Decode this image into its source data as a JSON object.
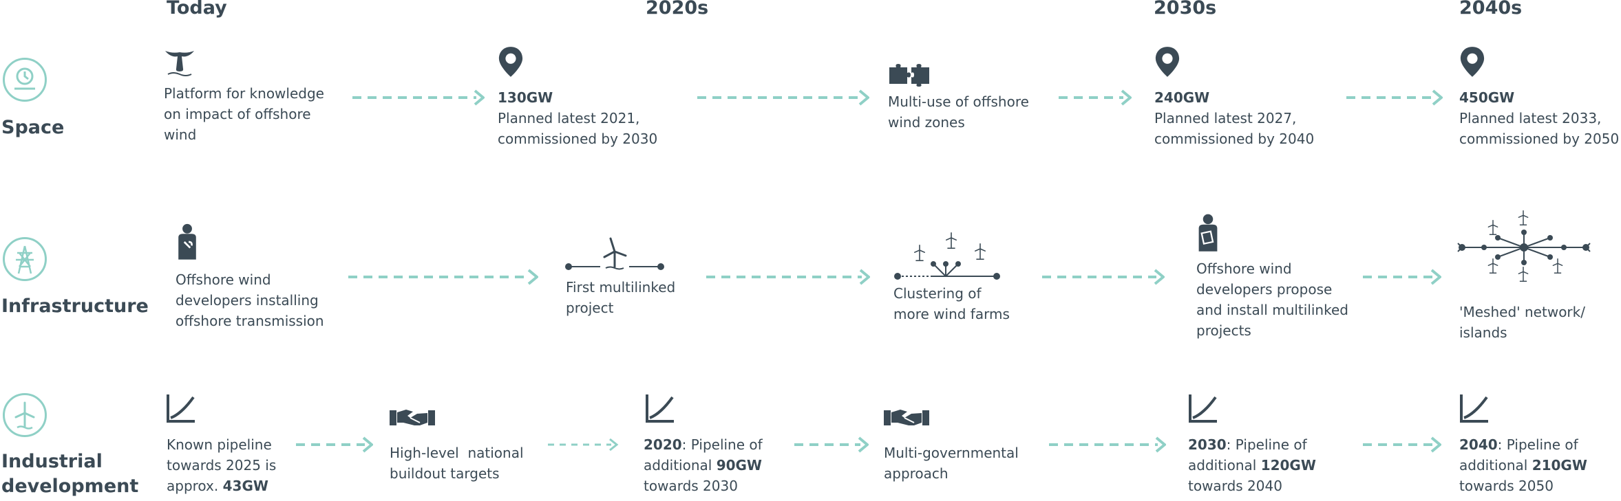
{
  "colors": {
    "ink": "#3b4a55",
    "teal": "#8fd0c6"
  },
  "headers": {
    "today": "Today",
    "y2020": "2020s",
    "y2030": "2030s",
    "y2040": "2040s"
  },
  "rows": {
    "space": "Space",
    "infrastructure": "Infrastructure",
    "industrial_line1": "Industrial",
    "industrial_line2": "development"
  },
  "space": {
    "platform": [
      "Platform for knowledge",
      "on impact of offshore",
      "wind"
    ],
    "g130": {
      "value": "130GW",
      "l1": "Planned latest 2021,",
      "l2": "commissioned by 2030"
    },
    "multiuse": [
      "Multi-use of offshore",
      "wind zones"
    ],
    "g240": {
      "value": "240GW",
      "l1": "Planned latest 2027,",
      "l2": "commissioned by 2040"
    },
    "g450": {
      "value": "450GW",
      "l1": "Planned latest 2033,",
      "l2": "commissioned by 2050"
    }
  },
  "infra": {
    "developers": [
      "Offshore wind",
      "developers installing",
      "offshore transmission"
    ],
    "first": [
      "First multilinked",
      "project"
    ],
    "clustering": [
      "Clustering of",
      "more wind farms"
    ],
    "propose": [
      "Offshore wind",
      "developers propose",
      "and install multilinked",
      "projects"
    ],
    "meshed": [
      "'Meshed' network/",
      "islands"
    ]
  },
  "industrial": {
    "known": {
      "l1": "Known pipeline",
      "l2": "towards 2025 is",
      "l3a": "approx. ",
      "l3b": "43GW"
    },
    "highlevel": [
      "High-level  national",
      "buildout targets"
    ],
    "p2020": {
      "year": "2020",
      "rest": ": Pipeline of",
      "l2a": "additional ",
      "l2b": "90GW",
      "l3": "towards 2030"
    },
    "multigov": [
      "Multi-governmental",
      "approach"
    ],
    "p2030": {
      "year": "2030",
      "rest": ": Pipeline of",
      "l2a": "additional ",
      "l2b": "120GW",
      "l3": "towards 2040"
    },
    "p2040": {
      "year": "2040",
      "rest": ": Pipeline of",
      "l2a": "additional ",
      "l2b": "210GW",
      "l3": "towards 2050"
    }
  },
  "icons": {
    "row_space": "globe-person-icon",
    "row_infra": "transmission-tower-icon",
    "row_industrial": "wind-turbine-icon",
    "whale": "whale-tail-icon",
    "pin": "location-pin-icon",
    "puzzle": "puzzle-icon",
    "worker": "worker-icon",
    "handshake": "handshake-icon",
    "growth": "growth-chart-icon"
  }
}
